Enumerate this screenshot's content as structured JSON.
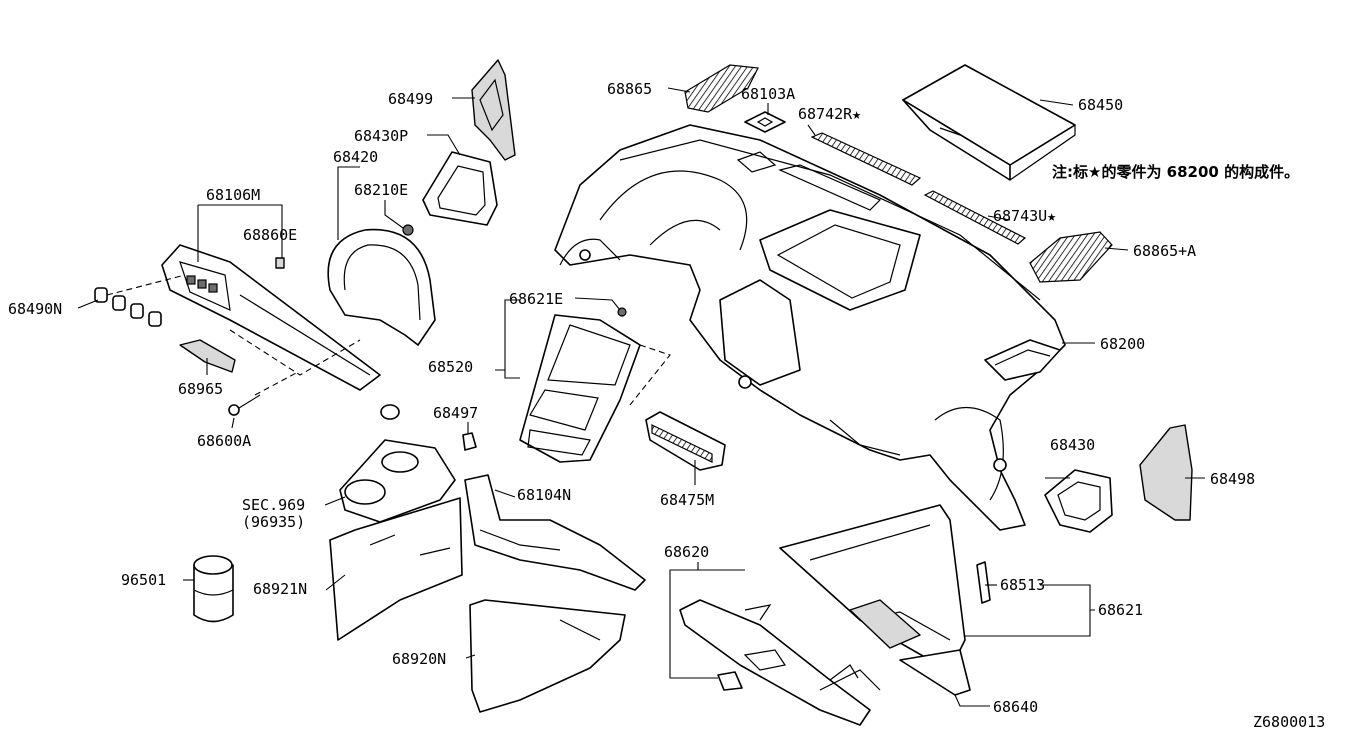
{
  "labels": {
    "p68499": "68499",
    "p68430P": "68430P",
    "p68420": "68420",
    "p68210E": "68210E",
    "p68106M": "68106M",
    "p68860E": "68860E",
    "p68490N": "68490N",
    "p68965": "68965",
    "p68600A": "68600A",
    "p68865": "68865",
    "p68103A": "68103A",
    "p68742R": "68742R★",
    "p68450": "68450",
    "p68743U": "68743U★",
    "p68865A": "68865+A",
    "p68200": "68200",
    "p68621E": "68621E",
    "p68520": "68520",
    "p68497": "68497",
    "p68475M": "68475M",
    "p68104N": "68104N",
    "pSEC969": "SEC.969",
    "p96935": "(96935)",
    "p96501": "96501",
    "p68921N": "68921N",
    "p68920N": "68920N",
    "p68620": "68620",
    "p68430": "68430",
    "p68498": "68498",
    "p68513": "68513",
    "p68621": "68621",
    "p68640": "68640"
  },
  "note": "注:标★的零件为 68200 的构成件。",
  "diagram_id": "Z6800013"
}
